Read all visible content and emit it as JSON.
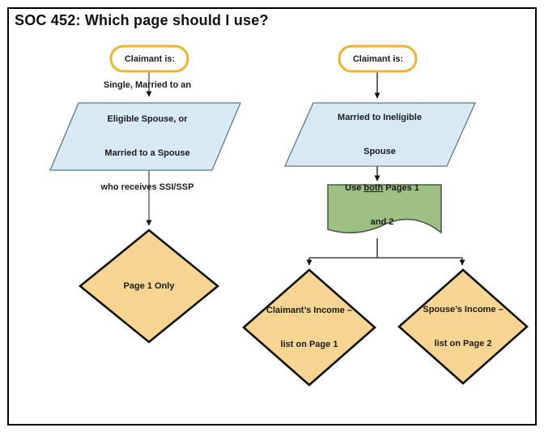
{
  "title": "SOC 452: Which page should I use?",
  "colors": {
    "terminator_border": "#F2B32C",
    "condition_fill": "#D7E9F3",
    "condition_border": "#5B7B8C",
    "document_fill": "#9CC183",
    "document_border": "#4C5B49",
    "decision_fill": "#F6D592",
    "decision_border": "#111111",
    "connector": "#6E6E6E",
    "frame_border": "#000000"
  },
  "left_branch": {
    "terminator_label": "Claimant is:",
    "condition_lines": [
      "Single, Married to an",
      "Eligible Spouse, or",
      "Married to a Spouse",
      "who receives SSI/SSP"
    ],
    "decision_label": "Page 1 Only"
  },
  "right_branch": {
    "terminator_label": "Claimant is:",
    "condition_lines": [
      "Married to Ineligible",
      "Spouse"
    ],
    "document_line1_pre": "Use ",
    "document_line1_underlined": "both",
    "document_line1_post": " Pages 1",
    "document_line2": "and 2",
    "decision_claimant_lines": [
      "Claimant’s Income –",
      "list on Page 1"
    ],
    "decision_spouse_lines": [
      "Spouse’s Income –",
      "list on Page 2"
    ]
  }
}
